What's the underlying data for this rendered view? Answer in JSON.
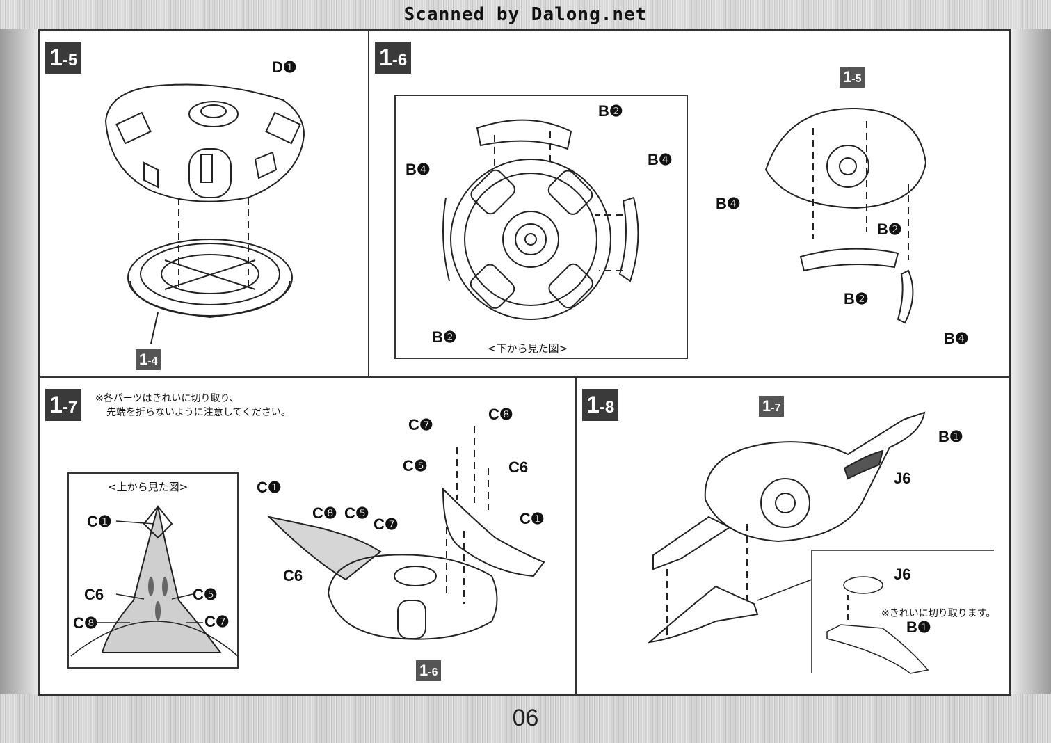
{
  "header": {
    "scanner": "Scanned by Dalong.net"
  },
  "page_number": "06",
  "panels": {
    "p15": {
      "step": "1",
      "step_sub": "-5",
      "labels": {
        "d1": "D❶"
      },
      "tag": {
        "main": "1",
        "sub": "-4"
      }
    },
    "p16": {
      "step": "1",
      "step_sub": "-6",
      "labels": {
        "b2_top": "B❷",
        "b4_left": "B❹",
        "b4_right": "B❹",
        "b2_bottom": "B❷",
        "b4_r2": "B❹",
        "b2_r2": "B❷",
        "b2_r3": "B❷",
        "b4_r3": "B❹"
      },
      "caption": "<下から見た図>",
      "tag": {
        "main": "1",
        "sub": "-5"
      }
    },
    "p17": {
      "step": "1",
      "step_sub": "-7",
      "note_line1": "※各パーツはきれいに切り取り、",
      "note_line2": "先端を折らないように注意してください。",
      "inset_caption": "<上から見た図>",
      "labels": {
        "c1a": "C❶",
        "c6a": "C6",
        "c5a": "C❺",
        "c8a": "C❽",
        "c7a": "C❼",
        "c1b": "C❶",
        "c8b": "C❽",
        "c5b": "C❺",
        "c7b": "C❼",
        "c6b": "C6",
        "c7c": "C❼",
        "c8c": "C❽",
        "c5c": "C❺",
        "c6c": "C6",
        "c1c": "C❶"
      },
      "tag": {
        "main": "1",
        "sub": "-6"
      }
    },
    "p18": {
      "step": "1",
      "step_sub": "-8",
      "labels": {
        "b1a": "B❶",
        "j6a": "J6",
        "j6b": "J6",
        "b1b": "B❶"
      },
      "note": "※きれいに切り取ります。",
      "tag": {
        "main": "1",
        "sub": "-7"
      }
    }
  }
}
